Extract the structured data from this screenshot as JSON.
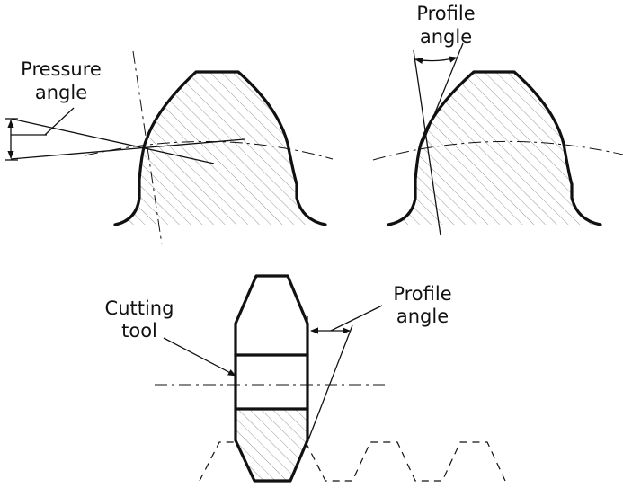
{
  "labels": {
    "pressure_angle_line1": "Pressure",
    "pressure_angle_line2": "angle",
    "profile_angle_top_line1": "Profile",
    "profile_angle_top_line2": "angle",
    "cutting_tool_line1": "Cutting",
    "cutting_tool_line2": "tool",
    "profile_angle_bottom_line1": "Profile",
    "profile_angle_bottom_line2": "angle"
  },
  "colors": {
    "ink": "#111111",
    "background": "#ffffff"
  }
}
